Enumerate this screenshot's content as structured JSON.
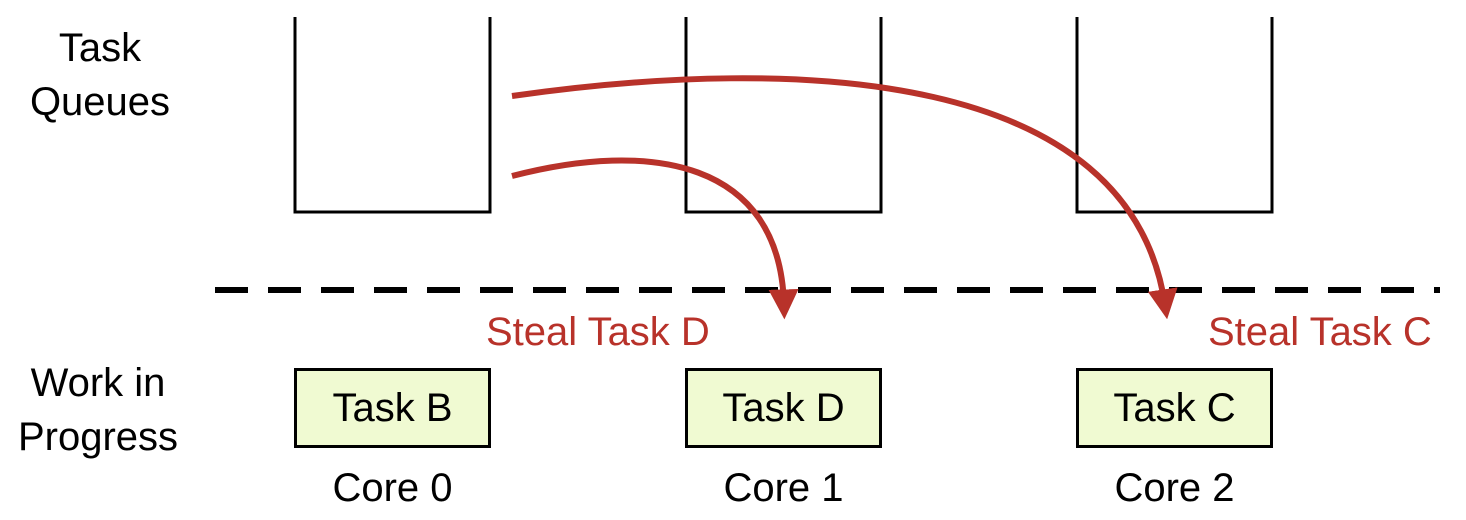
{
  "labels": {
    "queues_line1": "Task",
    "queues_line2": "Queues",
    "work_line1": "Work in",
    "work_line2": "Progress"
  },
  "cores": [
    {
      "name": "Core 0",
      "task": "Task B"
    },
    {
      "name": "Core 1",
      "task": "Task D"
    },
    {
      "name": "Core 2",
      "task": "Task C"
    }
  ],
  "steals": [
    {
      "label": "Steal Task D",
      "from": "Core 0",
      "to": "Core 1"
    },
    {
      "label": "Steal Task C",
      "from": "Core 0",
      "to": "Core 2"
    }
  ],
  "colors": {
    "arrow": "#b8322a",
    "task_fill": "#f0fad2",
    "line": "#000000"
  }
}
